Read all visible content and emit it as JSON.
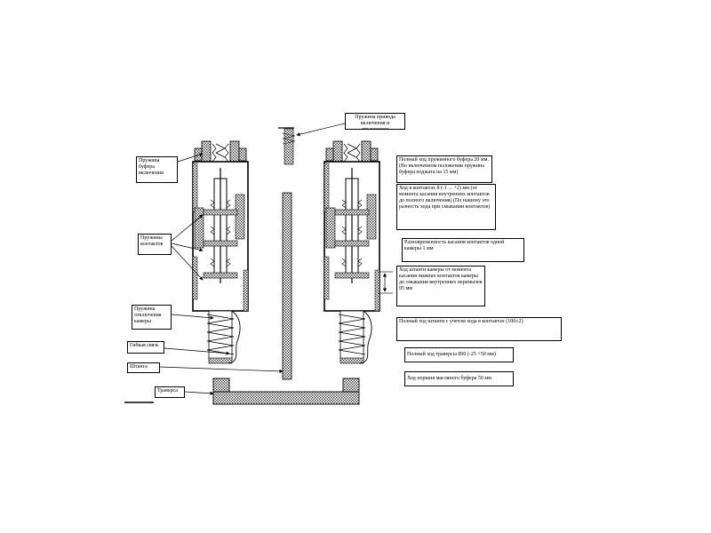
{
  "labels": {
    "closing_drive_spring": "Пружина привода включения и отключения",
    "closing_buffer_spring": "Пружина буфера включения",
    "contact_springs": "Пружины контактов",
    "chamber_opening_spring": "Пружина отключения камеры",
    "flexible_link": "Гибкая связь",
    "rod": "Штанга",
    "traverse": "Траверса"
  },
  "notes": {
    "full_travel_spring_buffer": "Полный ход пружинного буфера 20 мм. (Во включенном положении пружина буфера поджата на 15 мм)",
    "contact_travel": "Ход в контактах 8 (-1 ... +2) мм (от момента касания внутренних контактов до полного включения) (По нашему это разность хода при смыкании контактов)",
    "contact_simultaneity": "Разновременность касания контактов одной камеры 1 мм",
    "chamber_rod_travel": "Ход штанги камеры от момента касания нижних контактов камеры до смыкания внутренних перемычек 95 мм",
    "full_rod_travel": "Полный ход штанги с учетом хода в контактах (100±2)",
    "full_traverse_travel": "Полный ход траверсы 800 (-25 +50 мм)",
    "oil_buffer_piston_travel": "Ход поршня масляного буфера 50 мм"
  },
  "colors": {
    "line": "#000000",
    "hatch": "#555555",
    "box_border": "#000000"
  }
}
